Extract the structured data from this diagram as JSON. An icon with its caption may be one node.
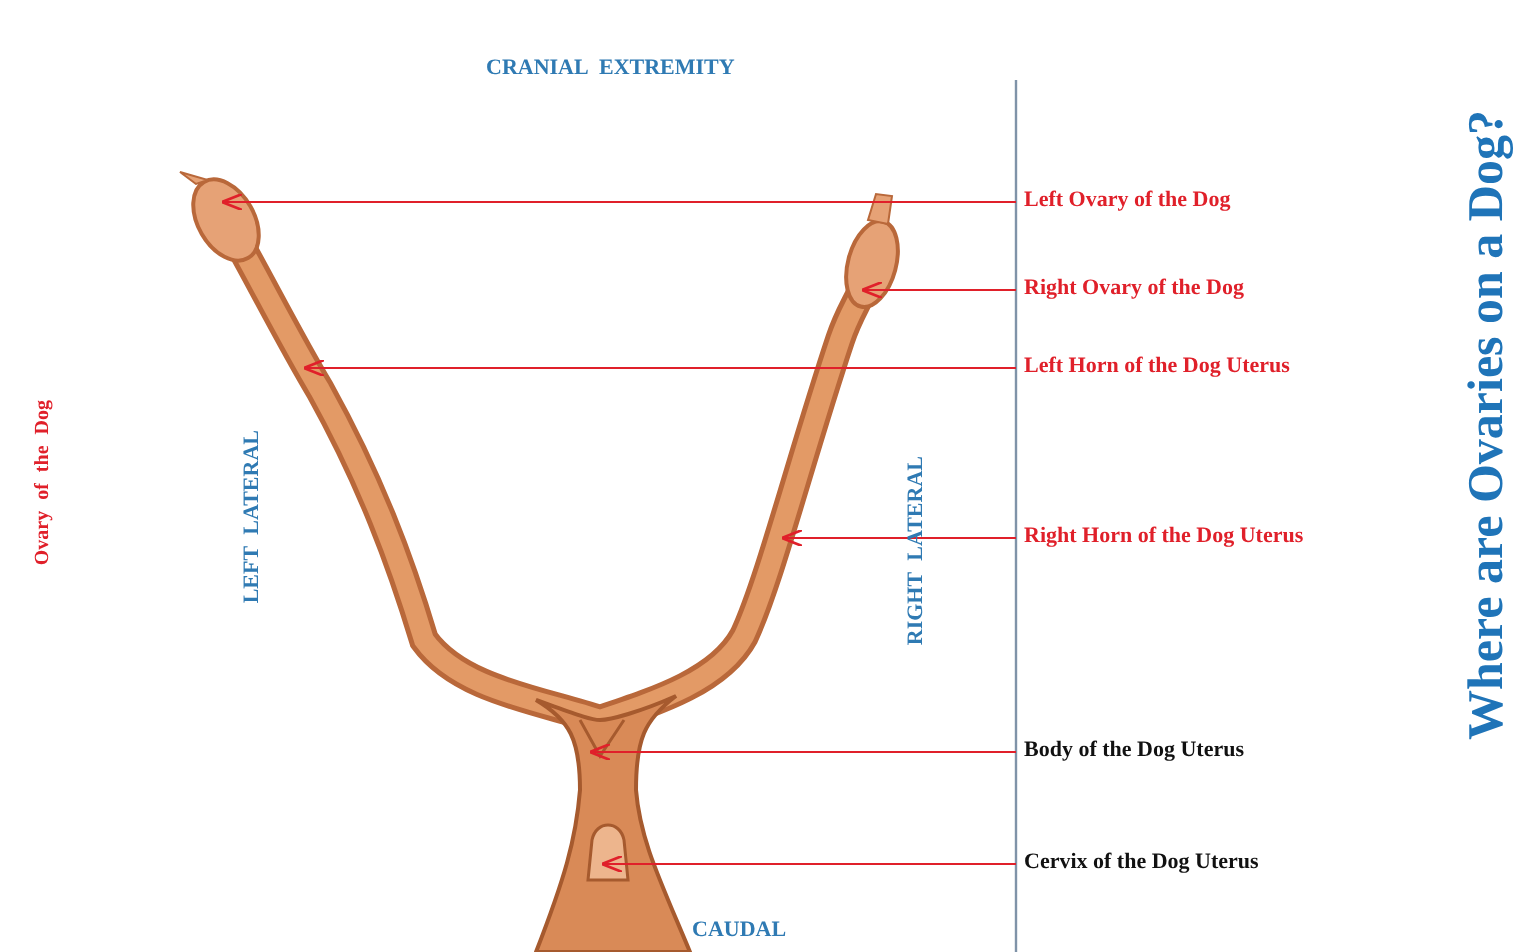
{
  "diagram": {
    "title": "Where are Ovaries on a Dog?",
    "nodes": [
      {
        "text": [
          "Left Ovary of the Dog"
        ]
      },
      {
        "text": [
          "Right Ovary of the Dog"
        ]
      },
      {
        "text": [
          "Left Horn of the Dog Uterus"
        ]
      },
      {
        "text": [
          "Right Horn of the Dog Uterus"
        ]
      },
      {
        "text": [
          "Body of the Dog Uterus"
        ]
      },
      {
        "text": [
          "Cervix of the Dog Uterus"
        ]
      }
    ],
    "edges": [
      {
        "from": 0,
        "to": null,
        "arrow": "to"
      },
      {
        "from": 1,
        "to": null,
        "arrow": "to"
      },
      {
        "from": 2,
        "to": null,
        "arrow": "to"
      },
      {
        "from": 3,
        "to": null,
        "arrow": "to"
      },
      {
        "from": 4,
        "to": null,
        "arrow": "to"
      },
      {
        "from": 5,
        "to": null,
        "arrow": "to"
      }
    ],
    "labels": [
      "CRANIAL EXTREMITY",
      "Ovary of the Dog",
      "LEFT LATERAL",
      "RIGHT LATERAL",
      "CAUDAL"
    ]
  }
}
